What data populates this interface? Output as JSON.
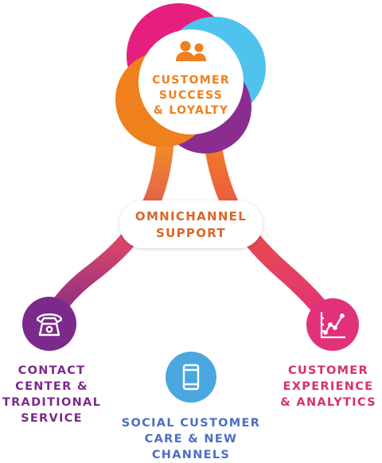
{
  "center": {
    "icon": "users-icon",
    "lines": [
      "CUSTOMER",
      "SUCCESS",
      "& LOYALTY"
    ],
    "colors": {
      "magenta": "#e61f7e",
      "blue": "#4fc3ee",
      "orange": "#f07f1e",
      "purple": "#8a2d8f"
    }
  },
  "hub": {
    "lines": [
      "OMNICHANNEL",
      "SUPPORT"
    ]
  },
  "branches": {
    "contact": {
      "icon": "telephone-icon",
      "color": "#7b2a8c",
      "lines": [
        "CONTACT",
        "CENTER &",
        "TRADITIONAL",
        "SERVICE"
      ]
    },
    "social": {
      "icon": "smartphone-icon",
      "color": "#4aa7e0",
      "lines": [
        "SOCIAL CUSTOMER",
        "CARE & NEW",
        "CHANNELS"
      ]
    },
    "cx": {
      "icon": "line-chart-icon",
      "color": "#e0317a",
      "lines": [
        "CUSTOMER",
        "EXPERIENCE",
        "& ANALYTICS"
      ]
    }
  }
}
